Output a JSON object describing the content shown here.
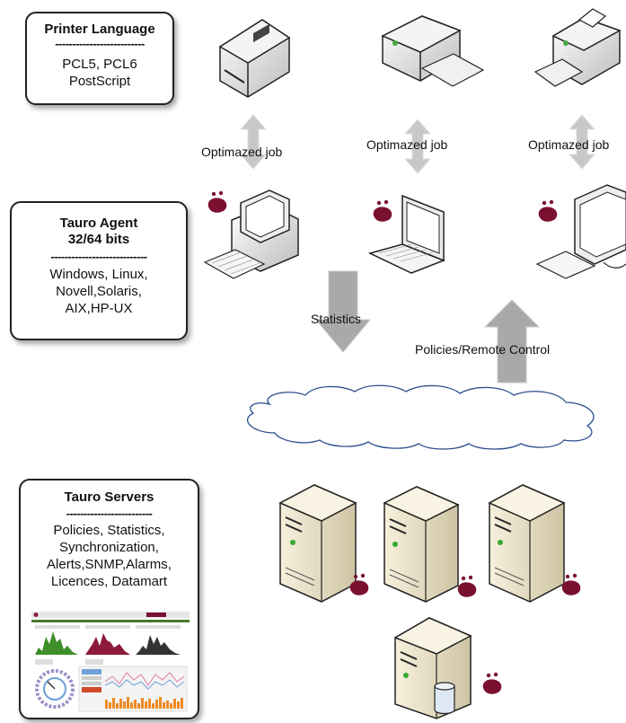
{
  "printer_language": {
    "title": "Printer Language",
    "separator": "--------------------------",
    "lines": [
      "PCL5, PCL6",
      "PostScript"
    ]
  },
  "tauro_agent": {
    "title_lines": [
      "Tauro Agent",
      "32/64 bits"
    ],
    "separator": "----------------------------",
    "lines": [
      "Windows, Linux,",
      "Novell,Solaris,",
      "AIX,HP-UX"
    ]
  },
  "tauro_servers": {
    "title": "Tauro Servers",
    "separator": "-------------------------",
    "lines": [
      "Policies, Statistics,",
      "Synchronization,",
      "Alerts,SNMP,Alarms,",
      "Licences, Datamart"
    ]
  },
  "flow_labels": {
    "optimized_job_1": "Optimazed job",
    "optimized_job_2": "Optimazed job",
    "optimized_job_3": "Optimazed job",
    "statistics": "Statistics",
    "policies": "Policies/Remote Control"
  },
  "icons": {
    "printers": [
      "printer-icon",
      "printer-icon",
      "printer-icon"
    ],
    "clients": [
      "desktop-computer-icon",
      "laptop-icon",
      "monitor-icon"
    ],
    "agent_badge": "tauro-agent-icon",
    "network": "cloud-icon",
    "servers": [
      "server-icon",
      "server-icon",
      "server-icon",
      "database-server-icon"
    ],
    "dashboard": "dashboard-thumbnail"
  },
  "colors": {
    "agent_badge": "#7a1030",
    "arrow_fill": "#a9a9a9",
    "cloud_stroke": "#2c4f8f",
    "server_fill": "#e8dfc4",
    "chart_green": "#3e8f2a",
    "chart_red": "#8c1a3a",
    "chart_dark": "#333333",
    "chart_orange": "#f08a24"
  }
}
